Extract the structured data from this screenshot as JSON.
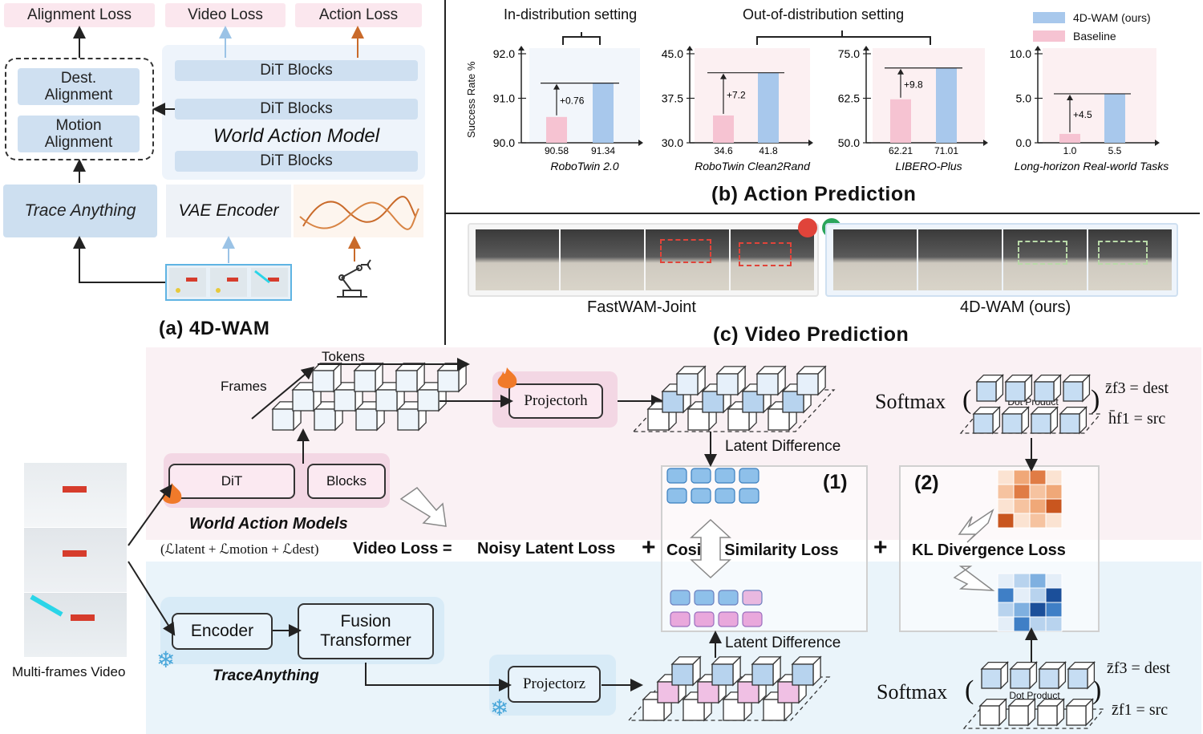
{
  "panel_a": {
    "losses": [
      "Alignment Loss",
      "Video Loss",
      "Action Loss"
    ],
    "dest_alignment": "Dest. Alignment",
    "motion_alignment": "Motion Alignment",
    "dit_block": "DiT Blocks",
    "world_action_model": "World Action Model",
    "trace_anything": "Trace Anything",
    "vae_encoder": "VAE Encoder",
    "caption": "(a) 4D-WAM"
  },
  "panel_b": {
    "caption": "(b) Action Prediction",
    "in_dist": "In-distribution setting",
    "out_dist": "Out-of-distribution setting",
    "ylabel": "Success Rate %",
    "legend_ours": "4D-WAM (ours)",
    "legend_base": "Baseline",
    "colors": {
      "ours": "#a8c8ec",
      "baseline": "#f6c3d2"
    }
  },
  "chart_data": [
    {
      "type": "bar",
      "title": "RoboTwin 2.0",
      "ylabel": "Success Rate %",
      "ylim": [
        90.0,
        92.0
      ],
      "yticks": [
        "90.0",
        "91.0",
        "92.0"
      ],
      "categories": [
        "Baseline",
        "4D-WAM (ours)"
      ],
      "value_labels": [
        "90.58",
        "91.34"
      ],
      "values": [
        90.58,
        91.34
      ],
      "delta": "+0.76"
    },
    {
      "type": "bar",
      "title": "RoboTwin Clean2Rand",
      "ylim": [
        30.0,
        45.0
      ],
      "yticks": [
        "30.0",
        "37.5",
        "45.0"
      ],
      "categories": [
        "Baseline",
        "4D-WAM (ours)"
      ],
      "value_labels": [
        "34.6",
        "41.8"
      ],
      "values": [
        34.6,
        41.8
      ],
      "delta": "+7.2"
    },
    {
      "type": "bar",
      "title": "LIBERO-Plus",
      "ylim": [
        50.0,
        75.0
      ],
      "yticks": [
        "50.0",
        "62.5",
        "75.0"
      ],
      "categories": [
        "Baseline",
        "4D-WAM (ours)"
      ],
      "value_labels": [
        "62.21",
        "71.01"
      ],
      "values": [
        62.21,
        71.01
      ],
      "delta": "+9.8"
    },
    {
      "type": "bar",
      "title": "Long-horizon Real-world Tasks",
      "ylim": [
        0.0,
        10.0
      ],
      "yticks": [
        "0.0",
        "5.0",
        "10.0"
      ],
      "categories": [
        "Baseline",
        "4D-WAM (ours)"
      ],
      "value_labels": [
        "1.0",
        "5.5"
      ],
      "values": [
        1.0,
        5.5
      ],
      "delta": "+4.5"
    }
  ],
  "panel_c": {
    "caption": "(c) Video Prediction",
    "left_label": "FastWAM-Joint",
    "right_label": "4D-WAM (ours)"
  },
  "bottom": {
    "tokens": "Tokens",
    "frames": "Frames",
    "dit": "DiT",
    "blocks": "Blocks",
    "world_action_models": "World Action Models",
    "loss_formula": "(ℒlatent + ℒmotion + ℒdest)",
    "video_loss": "Video Loss =",
    "noisy_latent_loss": "Noisy Latent Loss",
    "plus": "+",
    "cosine_loss": "Cosine Similarity Loss",
    "kl_loss": "KL Divergence Loss",
    "projector_h": "Projectorh",
    "projector_z": "Projectorz",
    "latent_difference": "Latent Difference",
    "one": "(1)",
    "two": "(2)",
    "softmax": "Softmax",
    "dot_product": "Dot Product",
    "zf3_top": "z̄f3 = dest",
    "hf1": "h̄f1 = src",
    "zf3_bot": "z̄f3 = dest",
    "zf1": "z̄f1 = src",
    "encoder": "Encoder",
    "fusion_transformer": "Fusion Transformer",
    "trace_anything_lbl": "TraceAnything",
    "multi_frames_video": "Multi-frames Video"
  }
}
